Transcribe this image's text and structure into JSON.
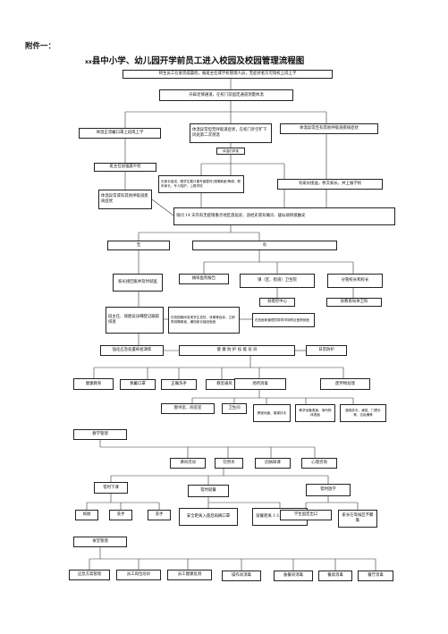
{
  "header": {
    "annex": "附件一：",
    "title_prefix": "xx",
    "title": "县中小学、幼儿园开学前员工进入校园及校园管理流程图"
  },
  "nodes": {
    "n1": "师生员工在家完成晨检，报班主任或学校管理人员，无症状者方可到校上岗上学",
    "n2": "开辟足够通道，在校门前固定通道测量体温",
    "n3": "体温正常戴口罩上班或上学",
    "n4": "体温异常但无呼吸道症状，在校门外空旷下风处第二次测温",
    "n5": "体温异常且有其他呼吸道疾病症状",
    "n6": "体温仍异常",
    "n7": "班主任加强晨午检",
    "n8": "无家长接送，嘱学生戴口罩专窗暂时(或隔离室)等候，联系家长，专人陪护，上报学校",
    "n9": "体温异常或有其他呼吸道疾病症状",
    "n10": "有家长接送，移交家长，并上报学校",
    "n11": "询问 14 天内有无疫情重点地区旅居史、途经史或有确诊、疑似病例接触史",
    "n12": "无",
    "n13": "有",
    "n14": "家长接回家并及时就医",
    "n15": "拨咳医院报告",
    "n16": "镇（区、街道）卫生院",
    "n17": "分管校长和校长",
    "n18": "县疾控中心",
    "n19": "县教育局体卫科",
    "n20": "班主任、保健员详细登记跟踪排查",
    "n21": "在校园期间发现学生发热、咳嗽等症状，立即带到隔离室，通知家长接回就医",
    "n22": "在校医和管理员带同学到附近医院就医",
    "n23": "强化应急处置佈组演练",
    "n24": "健 康 防 护 技 能 培 训",
    "n25": "日常防护",
    "n26": "健康教育",
    "n27": "佩戴口罩",
    "n28": "正确洗手",
    "n29": "教室通风",
    "n30": "场所消毒",
    "n31": "废弃物处理",
    "n32": "图书室、阅览室",
    "n33": "卫生间",
    "n34": "教室地面、楼梯扶手",
    "n35": "教学设备表面、场所物体表面",
    "n36": "楼梯扶手、桌凳、门把手等、垃圾桶等",
    "n37": "教学管理",
    "n38": "课间活动",
    "n39": "饮用水",
    "n40": "因病缺课",
    "n41": "心理咨询",
    "n42": "错时下课",
    "n43": "错时就餐",
    "n44": "错时放学",
    "n45": "如厕",
    "n46": "洗手",
    "n47": "洗手",
    "n48": "安全距离入座后再摘口罩",
    "n49": "就餐距离 1-1.5 米侧向就坐",
    "n50": "学生固定出口",
    "n51": "家长在等候区不聚集",
    "n52": "食堂管理",
    "n53": "应急方案管理",
    "n54": "员工岗位培训",
    "n55": "员工健康监测",
    "n56": "操作间消毒",
    "n57": "备餐间消毒",
    "n58": "餐具消毒",
    "n59": "餐厅消毒"
  }
}
